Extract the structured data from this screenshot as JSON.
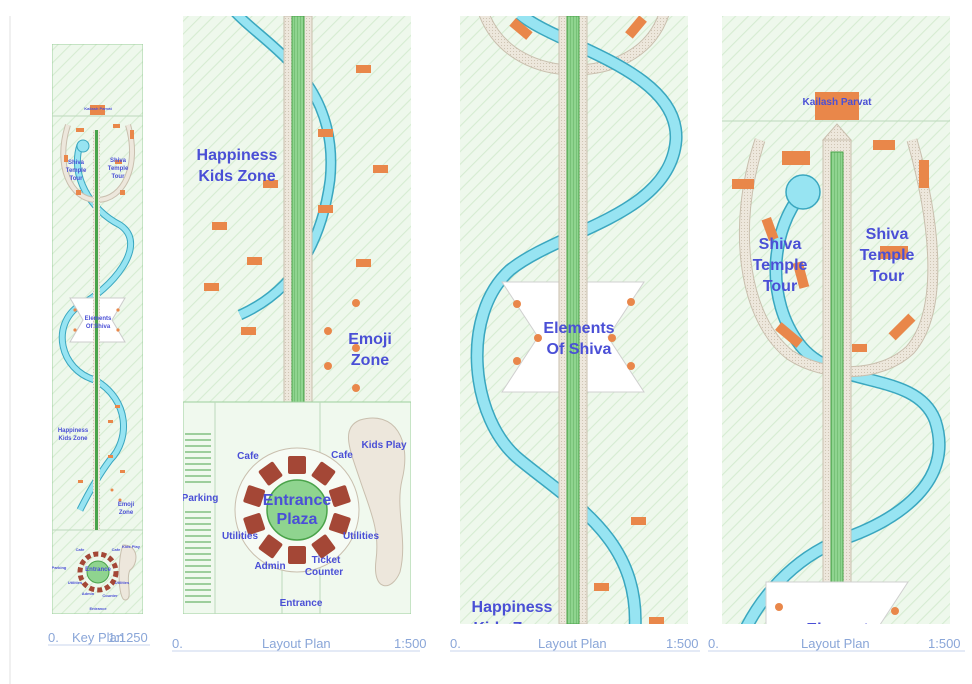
{
  "panels": {
    "key": {
      "labels": {
        "kailash": "Kailash Parvat",
        "shiva_left": [
          "Shiva",
          "Temple",
          "Tour"
        ],
        "shiva_right": [
          "Shiva",
          "Temple",
          "Tour"
        ],
        "elements": [
          "Elements",
          "Of Shiva"
        ],
        "happiness": [
          "Happiness",
          "Kids Zone"
        ],
        "emoji": [
          "Emoji",
          "Zone"
        ],
        "cafe1": "Cafe",
        "cafe2": "Cafe",
        "kidsplay": "Kids Play",
        "parking": "Parking",
        "plaza": "Entrance",
        "utilities1": "Utilities",
        "utilities2": "Utilities",
        "admin": "Admin",
        "counter": "Counter",
        "entrance": "Entrance"
      },
      "caption": {
        "left": "0.",
        "title": "Key Plan",
        "scale": "1:1250"
      }
    },
    "p1": {
      "labels": {
        "happiness": [
          "Happiness",
          "Kids Zone"
        ],
        "emoji": [
          "Emoji",
          "Zone"
        ],
        "kidsplay": "Kids Play",
        "cafe_left": "Cafe",
        "cafe_right": "Cafe",
        "parking": "Parking",
        "plaza": [
          "Entrance",
          "Plaza"
        ],
        "utilities_left": "Utilities",
        "utilities_right": "Utilities",
        "admin": "Admin",
        "ticket": [
          "Ticket",
          "Counter"
        ],
        "entrance": "Entrance"
      },
      "caption": {
        "left": "0.",
        "title": "Layout Plan",
        "scale": "1:500"
      }
    },
    "p2": {
      "labels": {
        "elements": [
          "Elements",
          "Of Shiva"
        ],
        "happiness": [
          "Happiness",
          "Kids Zone"
        ]
      },
      "caption": {
        "left": "0.",
        "title": "Layout Plan",
        "scale": "1:500"
      }
    },
    "p3": {
      "labels": {
        "kailash": "Kailash Parvat",
        "shiva_left": [
          "Shiva",
          "Temple",
          "Tour"
        ],
        "shiva_right": [
          "Shiva",
          "Temple",
          "Tour"
        ],
        "elements": "Elements"
      },
      "caption": {
        "left": "0.",
        "title": "Layout Plan",
        "scale": "1:500"
      }
    }
  },
  "colors": {
    "site_fill": "#eef8ec",
    "hatch": "#d6ecd2",
    "border": "#9ccf9c",
    "water": "#97e4f2",
    "water_edge": "#3aa7bf",
    "spine": "#8fd48f",
    "spine_dark": "#4aa34a",
    "walkway": "#ece6dc",
    "walkway_edge": "#c9bfae",
    "orange": "#e9874a",
    "maroon": "#a44736",
    "label": "#4a4fd6",
    "caption": "#8aa6d8"
  }
}
